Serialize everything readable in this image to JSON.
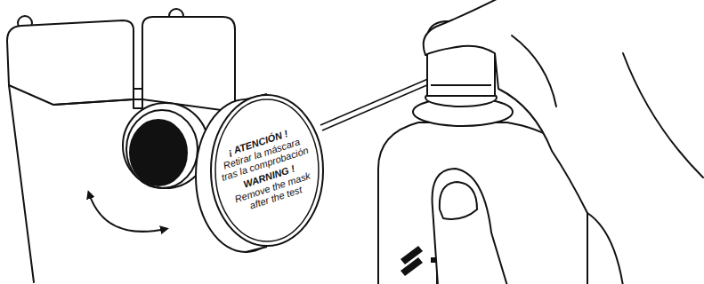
{
  "diagram": {
    "nodes": [
      {
        "text": [
          "¡ ATENCIÓN !",
          "Retirar la máscara tras la comprobación",
          "WARNING !",
          "Remove the mask after the test"
        ]
      }
    ]
  }
}
